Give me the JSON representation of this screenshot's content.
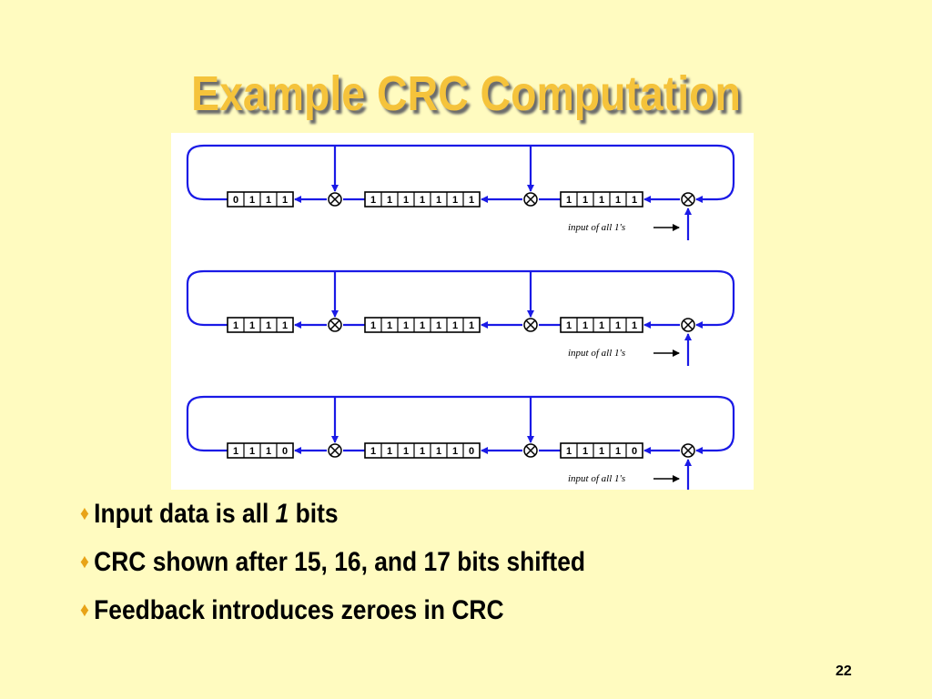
{
  "slide": {
    "title": "Example CRC Computation",
    "page_number": "22"
  },
  "diagram": {
    "input_label": "input of all 1's",
    "rows": [
      {
        "reg1": [
          "0",
          "1",
          "1",
          "1"
        ],
        "reg2": [
          "1",
          "1",
          "1",
          "1",
          "1",
          "1",
          "1"
        ],
        "reg3": [
          "1",
          "1",
          "1",
          "1",
          "1"
        ]
      },
      {
        "reg1": [
          "1",
          "1",
          "1",
          "1"
        ],
        "reg2": [
          "1",
          "1",
          "1",
          "1",
          "1",
          "1",
          "1"
        ],
        "reg3": [
          "1",
          "1",
          "1",
          "1",
          "1"
        ]
      },
      {
        "reg1": [
          "1",
          "1",
          "1",
          "0"
        ],
        "reg2": [
          "1",
          "1",
          "1",
          "1",
          "1",
          "1",
          "0"
        ],
        "reg3": [
          "1",
          "1",
          "1",
          "1",
          "0"
        ]
      }
    ],
    "colors": {
      "wire": "#1A1AE6",
      "cell_border": "#000000",
      "background": "#FFFFFF"
    }
  },
  "bullets": [
    {
      "pre": "Input data is all ",
      "em": "1",
      "post": " bits"
    },
    {
      "pre": "CRC shown after 15, 16, and 17 bits shifted",
      "em": "",
      "post": ""
    },
    {
      "pre": "Feedback introduces zeroes in CRC",
      "em": "",
      "post": ""
    }
  ],
  "colors": {
    "background": "#FFFBC0",
    "title": "#F5C33B",
    "bullet_marker": "#E8A317"
  }
}
